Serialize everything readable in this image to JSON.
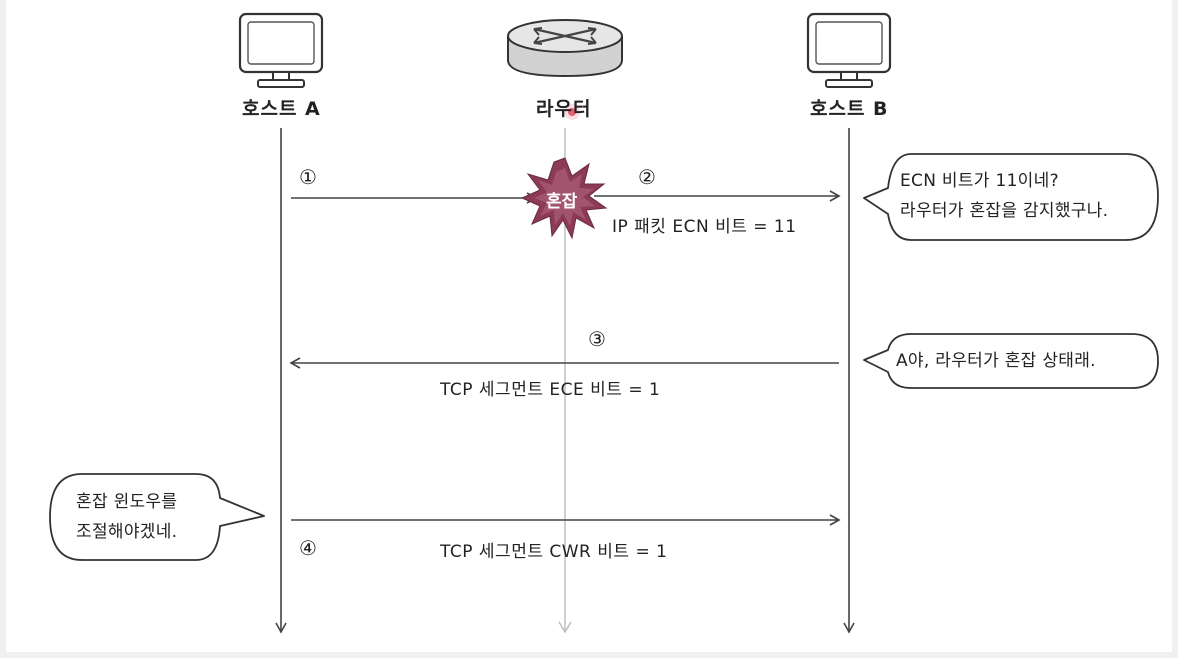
{
  "nodes": {
    "host_a": "호스트 A",
    "router": "라우터",
    "host_b": "호스트 B"
  },
  "congestion_label": "혼잡",
  "steps": {
    "step1": "①",
    "step2": "②",
    "step3": "③",
    "step4": "④"
  },
  "messages": {
    "msg1": "IP 패킷 ECN 비트 = 11",
    "msg2": "TCP 세그먼트 ECE 비트 = 1",
    "msg3": "TCP 세그먼트 CWR 비트 = 1"
  },
  "bubbles": {
    "host_b_1": {
      "line1": "ECN 비트가 11이네?",
      "line2": "라우터가 혼잡을 감지했구나."
    },
    "host_b_2": {
      "line1": "A야, 라우터가 혼잡 상태래."
    },
    "host_a": {
      "line1": "혼잡 윈도우를",
      "line2": "조절해야겠네."
    }
  },
  "colors": {
    "line": "#444444",
    "router_lifeline": "#bbbbbb",
    "congestion_burst": "#8c3a56",
    "cursor_dot": "#e8465e"
  }
}
